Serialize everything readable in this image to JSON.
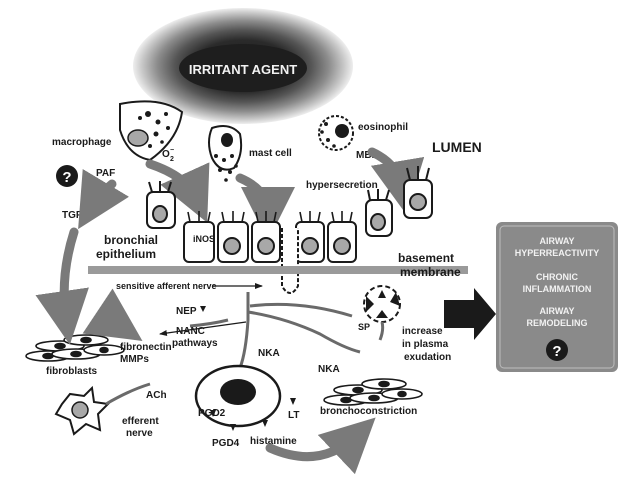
{
  "agent": {
    "label": "IRRITANT AGENT"
  },
  "lumen": {
    "label": "LUMEN"
  },
  "cells": {
    "macrophage": "macrophage",
    "o2": "O",
    "o2_sub": "2",
    "o2_sup": "−",
    "paf": "PAF",
    "tgf": "TGF-β",
    "mast_cell": "mast cell",
    "eosinophil": "eosinophil",
    "mbp": "MBP",
    "hypersecretion": "hypersecretion",
    "inos": "iNOS",
    "bronchial": "bronchial",
    "epithelium": "epithelium",
    "basement": "basement",
    "membrane": "membrane",
    "sensitive_nerve": "sensitive afferent nerve",
    "nep": "NEP",
    "nanc": "NANC",
    "nanc_pathways": "pathways",
    "fibronectin": "fibronectin",
    "mmps": "MMPs",
    "fibroblasts": "fibroblasts",
    "ach": "ACh",
    "efferent": "efferent",
    "nerve": "nerve",
    "nka_1": "NKA",
    "nka_2": "NKA",
    "sp": "SP",
    "increase": "increase",
    "in_plasma": "in plasma",
    "exudation": "exudation",
    "bronchoconstriction": "bronchoconstriction",
    "pgd2": "PGD2",
    "pgd4": "PGD4",
    "histamine": "histamine",
    "lt": "LT",
    "question": "?"
  },
  "outcomes": {
    "hyper_1": "AIRWAY",
    "hyper_2": "HYPERREACTIVITY",
    "chronic_1": "CHRONIC",
    "chronic_2": "INFLAMMATION",
    "remodel_1": "AIRWAY",
    "remodel_2": "REMODELING",
    "question": "?"
  },
  "colors": {
    "ink": "#1a1a1a",
    "arrow_gray": "#7a7a7a",
    "cell_fill": "#ececec",
    "nucleus": "#a8a8a8",
    "outcome_box": "#8a8a8a",
    "membrane": "#9a9a9a"
  }
}
